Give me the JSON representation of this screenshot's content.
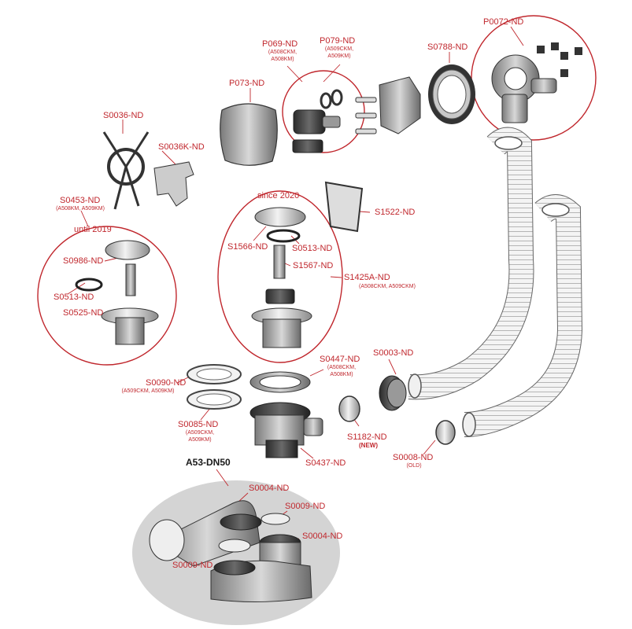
{
  "colors": {
    "accent": "#c0272d",
    "part_stroke": "#333333",
    "part_fill": "#d9d9d9",
    "bubble_fill": "#d4d4d4"
  },
  "labels": {
    "p0072": "P0072-ND",
    "p069": "P069-ND",
    "p069_sub1": "(A508CKM,",
    "p069_sub2": "A508KM)",
    "p079": "P079-ND",
    "p079_sub1": "(A509CKM,",
    "p079_sub2": "A509KM)",
    "s0788": "S0788-ND",
    "p073": "P073-ND",
    "s0036": "S0036-ND",
    "s0036k": "S0036K-ND",
    "s0453": "S0453-ND",
    "s0453_sub": "(A508KM, A509KM)",
    "until": "until 2019",
    "s0986": "S0986-ND",
    "s0513_left": "S0513-ND",
    "s0525": "S0525-ND",
    "since": "since 2020",
    "s1522": "S1522-ND",
    "s1566": "S1566-ND",
    "s0513_right": "S0513-ND",
    "s1567": "S1567-ND",
    "s1425a": "S1425A-ND",
    "s1425a_sub": "(A508CKM, A509CKM)",
    "s0090": "S0090-ND",
    "s0090_sub": "(A509CKM, A509KM)",
    "s0447": "S0447-ND",
    "s0447_sub1": "(A508CKM,",
    "s0447_sub2": "A508KM)",
    "s0003": "S0003-ND",
    "s0085": "S0085-ND",
    "s0085_sub1": "(A509CKM,",
    "s0085_sub2": "A509KM)",
    "s1182": "S1182-ND",
    "new": "(NEW)",
    "s0437": "S0437-ND",
    "s0008": "S0008-ND",
    "old": "(OLD)",
    "a53": "A53-DN50",
    "s0004_top": "S0004-ND",
    "s0009_top": "S0009-ND",
    "s0004_bottom": "S0004-ND",
    "s0009_bottom": "S0009-ND"
  }
}
